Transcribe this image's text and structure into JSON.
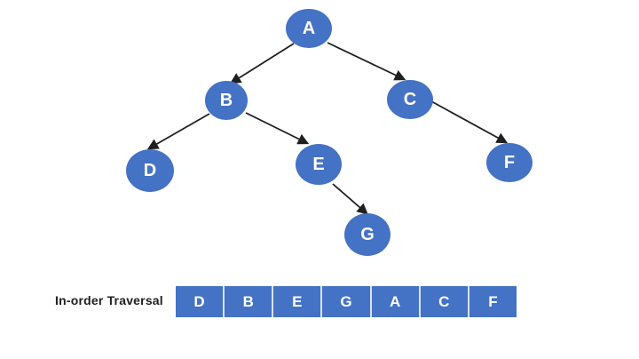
{
  "diagram": {
    "type": "binary-tree",
    "nodes": [
      {
        "id": "A",
        "label": "A"
      },
      {
        "id": "B",
        "label": "B"
      },
      {
        "id": "C",
        "label": "C"
      },
      {
        "id": "D",
        "label": "D"
      },
      {
        "id": "E",
        "label": "E"
      },
      {
        "id": "F",
        "label": "F"
      },
      {
        "id": "G",
        "label": "G"
      }
    ],
    "edges": [
      {
        "from": "A",
        "to": "B"
      },
      {
        "from": "A",
        "to": "C"
      },
      {
        "from": "B",
        "to": "D"
      },
      {
        "from": "B",
        "to": "E"
      },
      {
        "from": "C",
        "to": "F"
      },
      {
        "from": "E",
        "to": "G"
      }
    ]
  },
  "traversal": {
    "label": "In-order Traversal",
    "sequence": [
      "D",
      "B",
      "E",
      "G",
      "A",
      "C",
      "F"
    ]
  },
  "colors": {
    "background": "#FFFFFF",
    "node_fill": "#4472C4",
    "node_text": "#FFFFFF",
    "edge": "#1F1F1F",
    "cell_fill": "#4472C4",
    "cell_divider": "#D9E2F3",
    "label_text": "#1F1F1F"
  }
}
